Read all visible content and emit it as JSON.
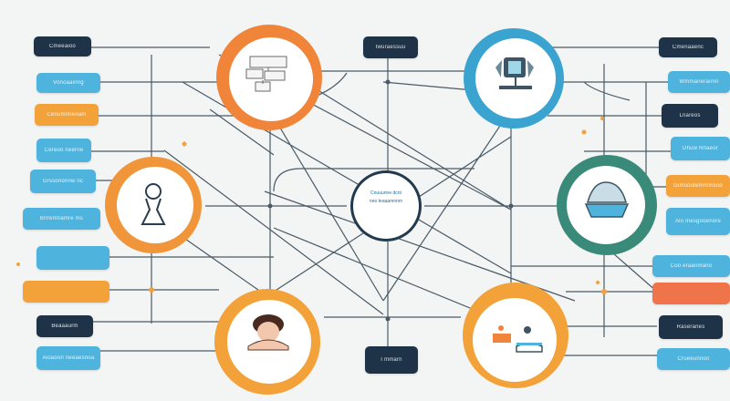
{
  "diagram": {
    "colors": {
      "navy": "#1f3348",
      "blue": "#4eb3dd",
      "orange": "#f3a23a",
      "coral": "#f0744a",
      "teal": "#3a9a8a",
      "line": "#4a5a66",
      "background": "#f3f4f4"
    },
    "center_node": {
      "line1": "Cnuuunne dcnt",
      "line2": "neo teaaamnnm"
    },
    "top_tag": "Iwuraessuu",
    "bottom_tag": "I mmarn",
    "left_tags": [
      "Cmeeaioo",
      "Vonoaainng",
      "Cenumnnenam",
      "Cereoo neerne",
      "Grssononnw nc",
      "Blrremnamre ms",
      "",
      "",
      "Beaaaurm",
      "Aioaoon neeaesnoa"
    ],
    "right_tags": [
      "Cmenaaenc",
      "Wmmanerannn",
      "Lnareos",
      "Dhuw Nhaeor",
      "Gimuoutemnrinsoo",
      "Alo mesgooenore",
      "Coo eraanmano",
      "",
      "Raseranes",
      "Crueeunnon"
    ],
    "icons": [
      "flowchart-icon",
      "science-icon",
      "person-icon",
      "landscape-icon",
      "face-icon",
      "workbench-icon"
    ]
  }
}
